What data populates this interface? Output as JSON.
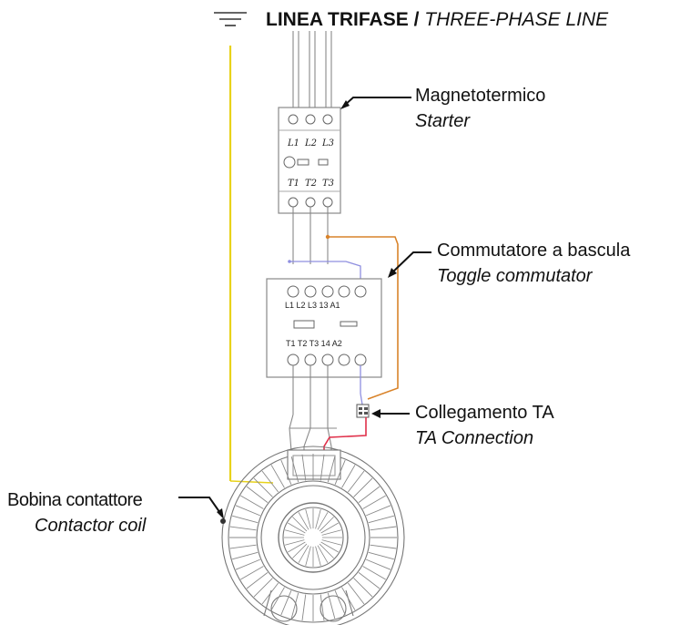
{
  "title": {
    "main": "LINEA TRIFASE /",
    "sub": "THREE-PHASE LINE"
  },
  "labels": {
    "starter": {
      "it": "Magnetotermico",
      "en": "Starter"
    },
    "toggle": {
      "it": "Commutatore a bascula",
      "en": "Toggle commutator"
    },
    "ta": {
      "it": "Collegamento TA",
      "en": "TA Connection"
    },
    "coil": {
      "it": "Bobina contattore",
      "en": "Contactor coil"
    }
  },
  "starter_terminals": {
    "top": [
      "L1",
      "L2",
      "L3"
    ],
    "bottom": [
      "T1",
      "T2",
      "T3"
    ]
  },
  "toggle_terminals": {
    "top": "L1 L2 L3 13 A1",
    "bottom": "T1 T2 T3 14 A2"
  },
  "colors": {
    "earth_wire": "#e8d21a",
    "orange_wire": "#d9832a",
    "blue_wire": "#8f8fe0",
    "red_wire": "#e0304a",
    "line_wire": "#777777"
  },
  "icons": {
    "ground": "ground-symbol-icon"
  }
}
